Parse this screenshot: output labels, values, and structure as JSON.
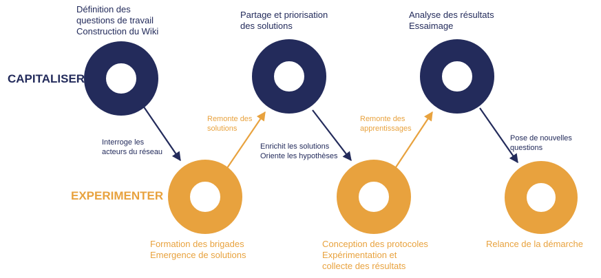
{
  "colors": {
    "navy": "#232b5b",
    "orange": "#e8a23e"
  },
  "rows": {
    "capitaliser": "CAPITALISER",
    "experimenter": "EXPERIMENTER"
  },
  "top_labels": {
    "c1": [
      "Définition des",
      "questions de travail",
      "Construction du Wiki"
    ],
    "c2": [
      "Partage et priorisation",
      "des solutions"
    ],
    "c3": [
      "Analyse des résultats",
      "Essaimage"
    ]
  },
  "bottom_labels": {
    "e1": [
      "Formation des brigades",
      "Emergence de solutions"
    ],
    "e2": [
      "Conception des protocoles",
      "Expérimentation et",
      "collecte des résultats"
    ],
    "e3": [
      "Relance de la démarche"
    ]
  },
  "arrow_labels": {
    "a1": [
      "Interroge les",
      "acteurs du réseau"
    ],
    "a2": [
      "Remonte des",
      "solutions"
    ],
    "a3": [
      "Enrichit les solutions",
      "Oriente les hypothèses"
    ],
    "a4": [
      "Remonte des",
      "apprentissages"
    ],
    "a5": [
      "Pose de nouvelles",
      "questions"
    ]
  }
}
